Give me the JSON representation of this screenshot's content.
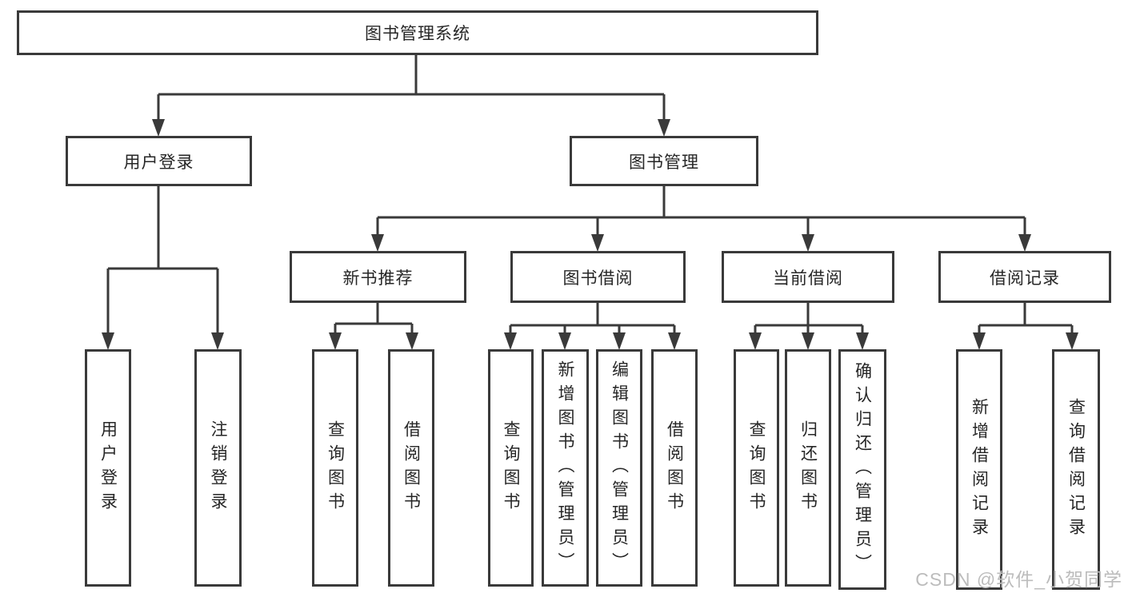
{
  "diagram": {
    "tree": {
      "label": "图书管理系统",
      "children": [
        {
          "label": "用户登录",
          "children": [
            {
              "label": "用户登录"
            },
            {
              "label": "注销登录"
            }
          ]
        },
        {
          "label": "图书管理",
          "children": [
            {
              "label": "新书推荐",
              "children": [
                {
                  "label": "查询图书"
                },
                {
                  "label": "借阅图书"
                }
              ]
            },
            {
              "label": "图书借阅",
              "children": [
                {
                  "label": "查询图书"
                },
                {
                  "label": "新增图书（管理员）"
                },
                {
                  "label": "编辑图书（管理员）"
                },
                {
                  "label": "借阅图书"
                }
              ]
            },
            {
              "label": "当前借阅",
              "children": [
                {
                  "label": "查询图书"
                },
                {
                  "label": "归还图书"
                },
                {
                  "label": "确认归还（管理员）"
                }
              ]
            },
            {
              "label": "借阅记录",
              "children": [
                {
                  "label": "新增借阅记录"
                },
                {
                  "label": "查询借阅记录"
                }
              ]
            }
          ]
        }
      ]
    }
  },
  "watermark": {
    "text": "CSDN @软件_小贺同学"
  },
  "colors": {
    "line": "#3a3a3a",
    "text": "#262626",
    "background": "#ffffff",
    "watermark": "#bcbcbc"
  }
}
